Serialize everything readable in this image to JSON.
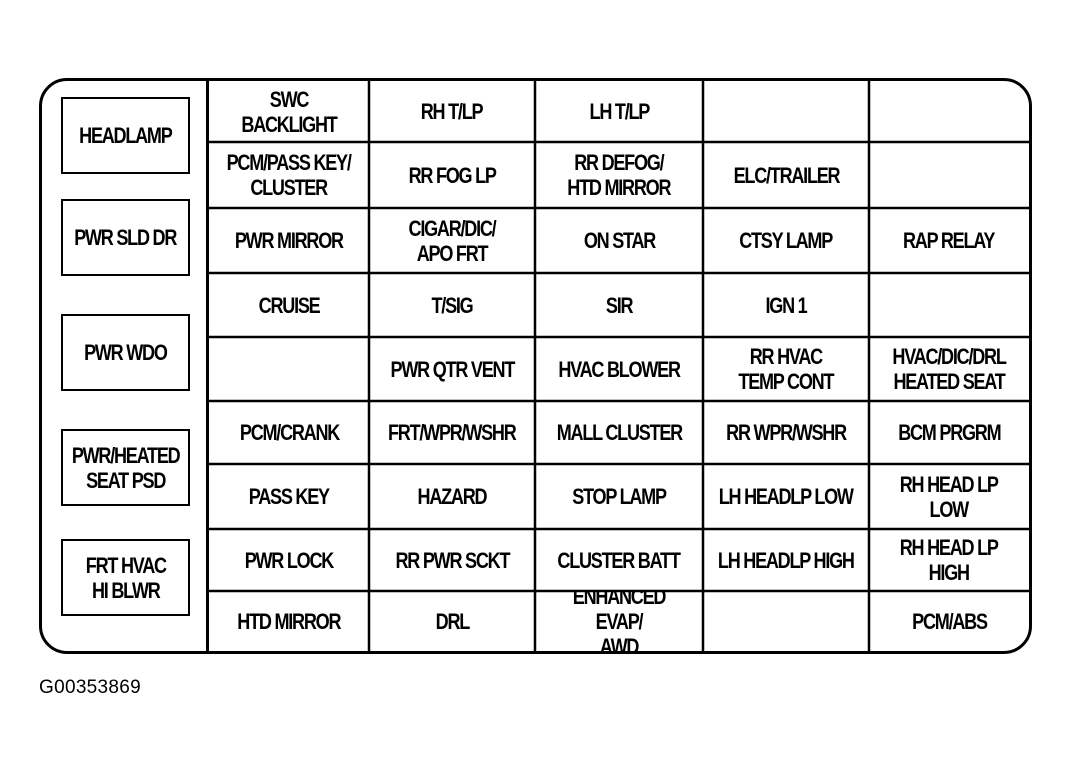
{
  "relays": [
    {
      "label": "HEADLAMP"
    },
    {
      "label": "PWR SLD DR"
    },
    {
      "label": "PWR WDO"
    },
    {
      "label": "PWR/HEATED\nSEAT PSD"
    },
    {
      "label": "FRT HVAC\nHI BLWR"
    }
  ],
  "fuses": [
    [
      "SWC BACKLIGHT",
      "RH T/LP",
      "LH T/LP",
      "",
      ""
    ],
    [
      "PCM/PASS KEY/\nCLUSTER",
      "RR FOG LP",
      "RR DEFOG/\nHTD MIRROR",
      "ELC/TRAILER",
      ""
    ],
    [
      "PWR MIRROR",
      "CIGAR/DIC/\nAPO FRT",
      "ON STAR",
      "CTSY LAMP",
      "RAP RELAY"
    ],
    [
      "CRUISE",
      "T/SIG",
      "SIR",
      "IGN 1",
      ""
    ],
    [
      "",
      "PWR QTR VENT",
      "HVAC BLOWER",
      "RR HVAC\nTEMP CONT",
      "HVAC/DIC/DRL\nHEATED SEAT"
    ],
    [
      "PCM/CRANK",
      "FRT/WPR/WSHR",
      "MALL CLUSTER",
      "RR WPR/WSHR",
      "BCM PRGRM"
    ],
    [
      "PASS KEY",
      "HAZARD",
      "STOP LAMP",
      "LH HEADLP LOW",
      "RH HEAD LP\nLOW"
    ],
    [
      "PWR LOCK",
      "RR PWR SCKT",
      "CLUSTER BATT",
      "LH HEADLP HIGH",
      "RH HEAD LP\nHIGH"
    ],
    [
      "HTD MIRROR",
      "DRL",
      "ENHANCED EVAP/\nAWD",
      "",
      "PCM/ABS"
    ]
  ],
  "figure_id": "G00353869"
}
